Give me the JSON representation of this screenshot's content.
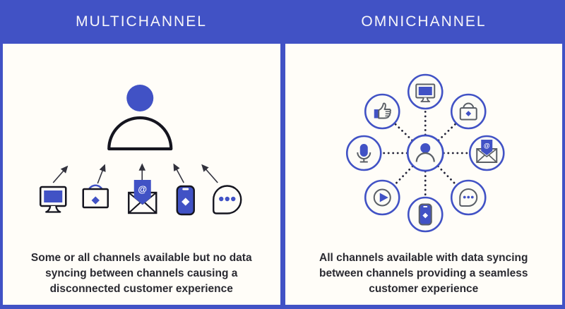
{
  "header": {
    "left_title": "MULTICHANNEL",
    "right_title": "OMNICHANNEL"
  },
  "left_panel": {
    "caption_lines": [
      "Some or all channels available but no data",
      "syncing between channels causing a",
      "disconnected customer experience"
    ],
    "channels": [
      "desktop",
      "shopping-bag",
      "email",
      "mobile",
      "chat"
    ]
  },
  "right_panel": {
    "caption_lines": [
      "All channels available with data syncing",
      "between channels providing a seamless",
      "customer experience"
    ],
    "channels": [
      "thumbs-up",
      "desktop",
      "shopping-bag",
      "microphone",
      "customer",
      "email",
      "play",
      "mobile",
      "chat"
    ]
  },
  "icons": {
    "at_symbol": "@"
  },
  "colors": {
    "brand_blue": "#4152c5",
    "panel_bg": "#fffdf8",
    "icon_dark": "#15151f",
    "icon_gray": "#5a5f66",
    "dotted_link": "#26263a",
    "caption_text": "#2a2a31",
    "header_text": "#f7f6fa"
  }
}
